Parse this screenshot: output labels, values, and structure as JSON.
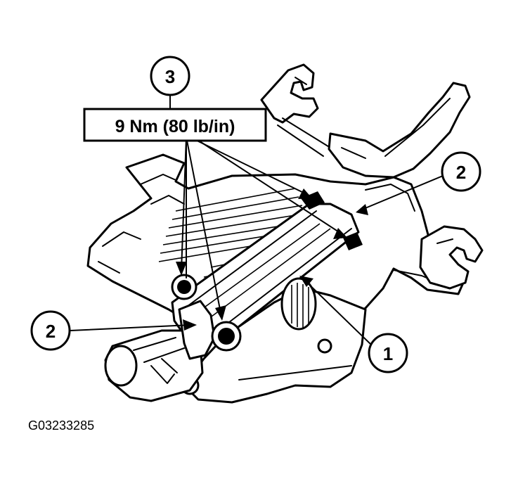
{
  "callouts": {
    "c3": "3",
    "c2_right": "2",
    "c2_left": "2",
    "c1": "1"
  },
  "torque_label": "9 Nm (80 lb/in)",
  "figure_id": "G03233285"
}
